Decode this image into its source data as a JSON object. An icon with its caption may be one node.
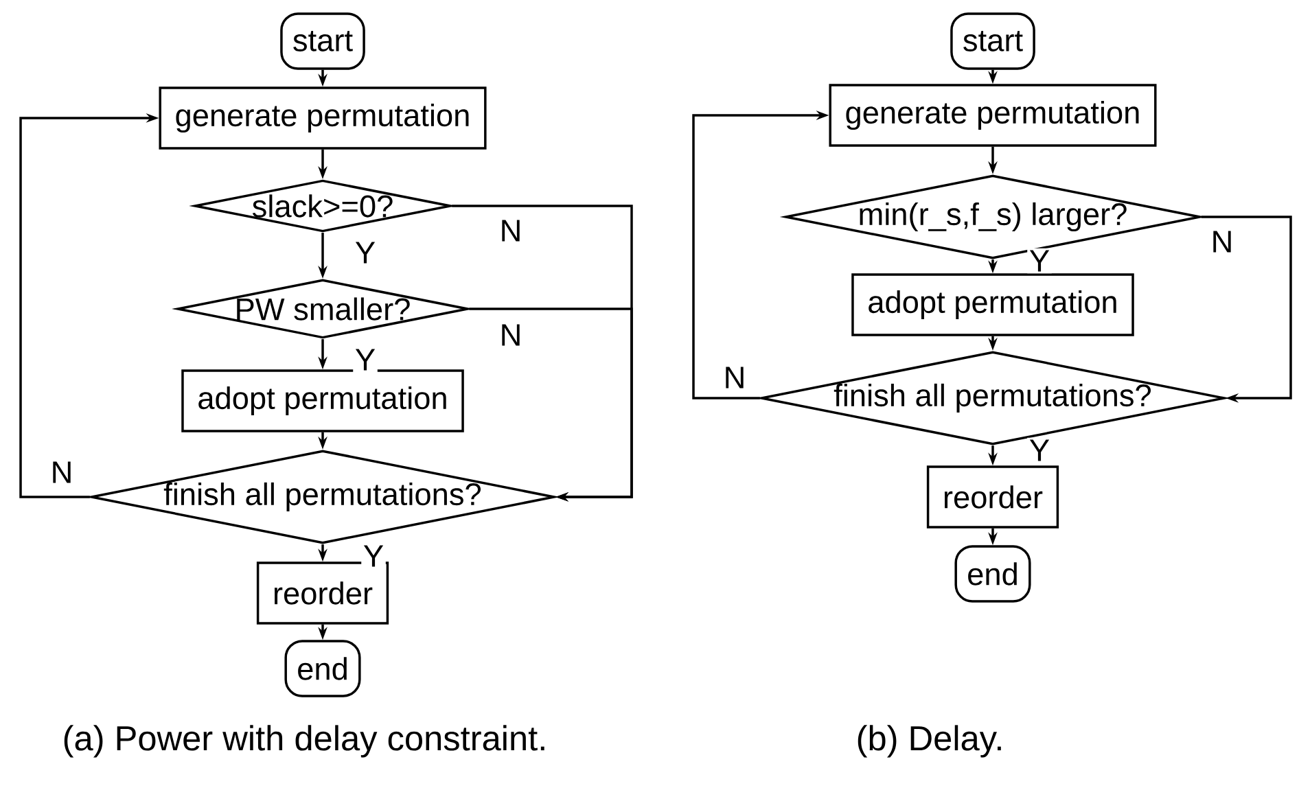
{
  "diagram": {
    "nodes": [
      {
        "text": [
          "start"
        ]
      },
      {
        "text": [
          "generate permutation"
        ]
      },
      {
        "text": [
          "slack>=0?"
        ]
      },
      {
        "text": [
          "PW smaller?"
        ]
      },
      {
        "text": [
          "adopt permutation"
        ]
      },
      {
        "text": [
          "finish all permutations?"
        ]
      },
      {
        "text": [
          "reorder"
        ]
      },
      {
        "text": [
          "end"
        ]
      },
      {
        "text": [
          "start"
        ]
      },
      {
        "text": [
          "generate permutation"
        ]
      },
      {
        "text": [
          "min(r_s,f_s) larger?"
        ]
      },
      {
        "text": [
          "adopt permutation"
        ]
      },
      {
        "text": [
          "finish all permutations?"
        ]
      },
      {
        "text": [
          "reorder"
        ]
      },
      {
        "text": [
          "end"
        ]
      }
    ],
    "edges": [
      {
        "from": 0,
        "to": 1,
        "arrow": "to"
      },
      {
        "from": 1,
        "to": 2,
        "arrow": "to"
      },
      {
        "from": 2,
        "to": 3,
        "arrow": "to",
        "label": "Y"
      },
      {
        "from": 3,
        "to": 4,
        "arrow": "to",
        "label": "Y"
      },
      {
        "from": 4,
        "to": 5,
        "arrow": "to"
      },
      {
        "from": 5,
        "to": 6,
        "arrow": "to",
        "label": "Y"
      },
      {
        "from": 6,
        "to": 7,
        "arrow": "to"
      },
      {
        "from": 2,
        "to": 5,
        "arrow": "to",
        "label": "N"
      },
      {
        "from": 3,
        "to": 5,
        "arrow": "to",
        "label": "N"
      },
      {
        "from": 5,
        "to": 1,
        "arrow": "to",
        "label": "N"
      },
      {
        "from": 8,
        "to": 9,
        "arrow": "to"
      },
      {
        "from": 9,
        "to": 10,
        "arrow": "to"
      },
      {
        "from": 10,
        "to": 11,
        "arrow": "to",
        "label": "Y"
      },
      {
        "from": 11,
        "to": 12,
        "arrow": "to"
      },
      {
        "from": 12,
        "to": 13,
        "arrow": "to",
        "label": "Y"
      },
      {
        "from": 13,
        "to": 14,
        "arrow": "to"
      },
      {
        "from": 10,
        "to": 12,
        "arrow": "to",
        "label": "N"
      },
      {
        "from": 12,
        "to": 9,
        "arrow": "to",
        "label": "N"
      }
    ],
    "labels": [
      "(a) Power with delay constraint.",
      "(b) Delay."
    ]
  }
}
